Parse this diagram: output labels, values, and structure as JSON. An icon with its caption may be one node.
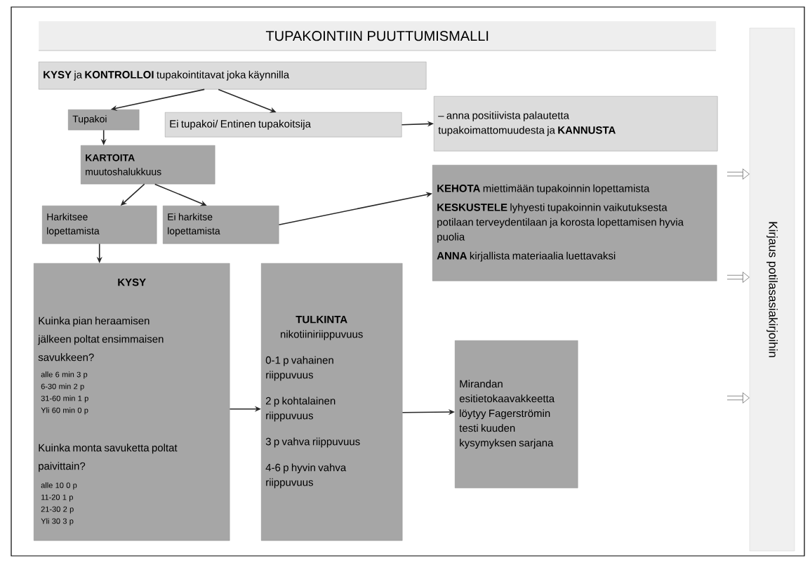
{
  "diagram": {
    "title": "TUPAKOINTIIN PUUTTUMISMALLI",
    "nodes": [
      {
        "text": [
          "**KYSY** ja **KONTROLLOI** tupakointitavat joka käynnilla"
        ]
      },
      {
        "text": [
          "Tupakoi"
        ]
      },
      {
        "text": [
          "Ei tupakoi/ Entinen tupakoitsija"
        ]
      },
      {
        "text": [
          "– anna positiivista palautetta tupakoimattomuudesta ja **KANNUSTA**"
        ]
      },
      {
        "text": [
          "KARTOITA",
          "muutoshalukkuus"
        ]
      },
      {
        "text": [
          "Harkitsee lopettamista"
        ]
      },
      {
        "text": [
          "Ei harkitse lopettamista"
        ]
      },
      {
        "text": [
          "**KEHOTA** miettimään tupakoinnin lopettamista",
          "**KESKUSTELE** lyhyesti tupakoinnin vaikutuksesta potilaan terveydentilaan ja korosta lopettamisen hyvia puolia",
          "**ANNA** kirjallista materiaalia luettavaksi"
        ]
      },
      {
        "text": [
          "KYSY",
          "Kuinka pian heraamisen jälkeen poltat ensimmaisen savukkeen?",
          "alle 6 min 3 p",
          "6-30 min 2 p",
          "31-60 min 1 p",
          "Yli 60 min 0 p",
          "Kuinka monta savuketta poltat paivittain?",
          "alle 10 0 p",
          "11-20 1 p",
          "21-30 2 p",
          "Yli 30 3 p"
        ]
      },
      {
        "text": [
          "TULKINTA",
          "nikotiiniriippuvuus",
          "0-1 p vahainen riippuvuus",
          "2 p kohtalainen riippuvuus",
          "3 p vahva riippuvuus",
          "4-6 p hyvin vahva riippuvuus"
        ]
      },
      {
        "text": [
          "Mirandan esitietokaavakkeetta löytyy Fagerströmin testi kuuden kysymyksen sarjana"
        ]
      },
      {
        "text": [
          "Kirjaus potilasasiakirjoihin"
        ]
      }
    ],
    "edges": [
      {
        "from": 0,
        "to": 1,
        "arrow": "to"
      },
      {
        "from": 0,
        "to": 2,
        "arrow": "to"
      },
      {
        "from": 2,
        "to": 3,
        "arrow": "to"
      },
      {
        "from": 1,
        "to": 4,
        "arrow": "to"
      },
      {
        "from": 4,
        "to": 5,
        "arrow": "to"
      },
      {
        "from": 4,
        "to": 6,
        "arrow": "to"
      },
      {
        "from": 6,
        "to": 7,
        "arrow": "to"
      },
      {
        "from": 5,
        "to": 8,
        "arrow": "to"
      },
      {
        "from": 8,
        "to": 9,
        "arrow": "to"
      },
      {
        "from": 9,
        "to": 10,
        "arrow": "to"
      },
      {
        "from": null,
        "to": 11,
        "arrow": "to",
        "style": "thick"
      },
      {
        "from": null,
        "to": 11,
        "arrow": "to",
        "style": "thick"
      },
      {
        "from": null,
        "to": 11,
        "arrow": "to",
        "style": "thick"
      }
    ]
  }
}
